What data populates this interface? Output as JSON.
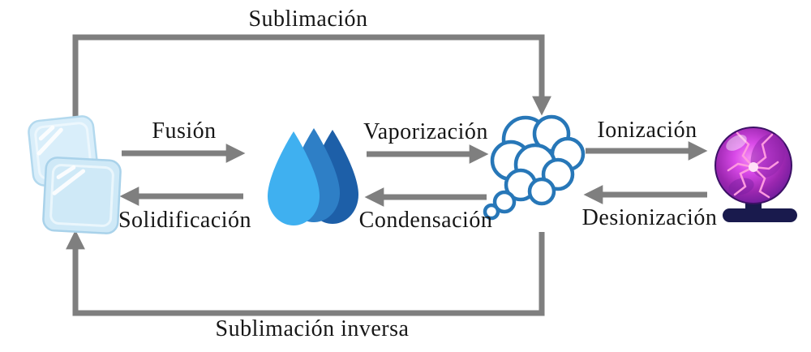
{
  "diagram": {
    "background": "#ffffff",
    "arrow_color": "#7f7f7f",
    "label_color": "#161616",
    "states": {
      "solid_icon": "ice-cubes",
      "liquid_icon": "water-drops",
      "gas_icon": "gas-cloud",
      "plasma_icon": "plasma-ball"
    },
    "transitions": {
      "sublimacion": "Sublimación",
      "fusion": "Fusión",
      "vaporizacion": "Vaporización",
      "ionizacion": "Ionización",
      "solidificacion": "Solidificación",
      "condensacion": "Condensación",
      "desionizacion": "Desionización",
      "sublimacion_inversa": "Sublimación inversa"
    },
    "colors": {
      "ice_fill": "#d9eefa",
      "ice_edge": "#aed4ea",
      "ice_highlight": "#ffffff",
      "drop_light": "#3fb0f0",
      "drop_mid": "#2e7fc6",
      "drop_dark": "#1d5fa8",
      "cloud_outline": "#2777b8",
      "plasma_glow": "#d94ae8",
      "plasma_lightning": "#ff9ae0",
      "plasma_base": "#191a4d"
    }
  }
}
